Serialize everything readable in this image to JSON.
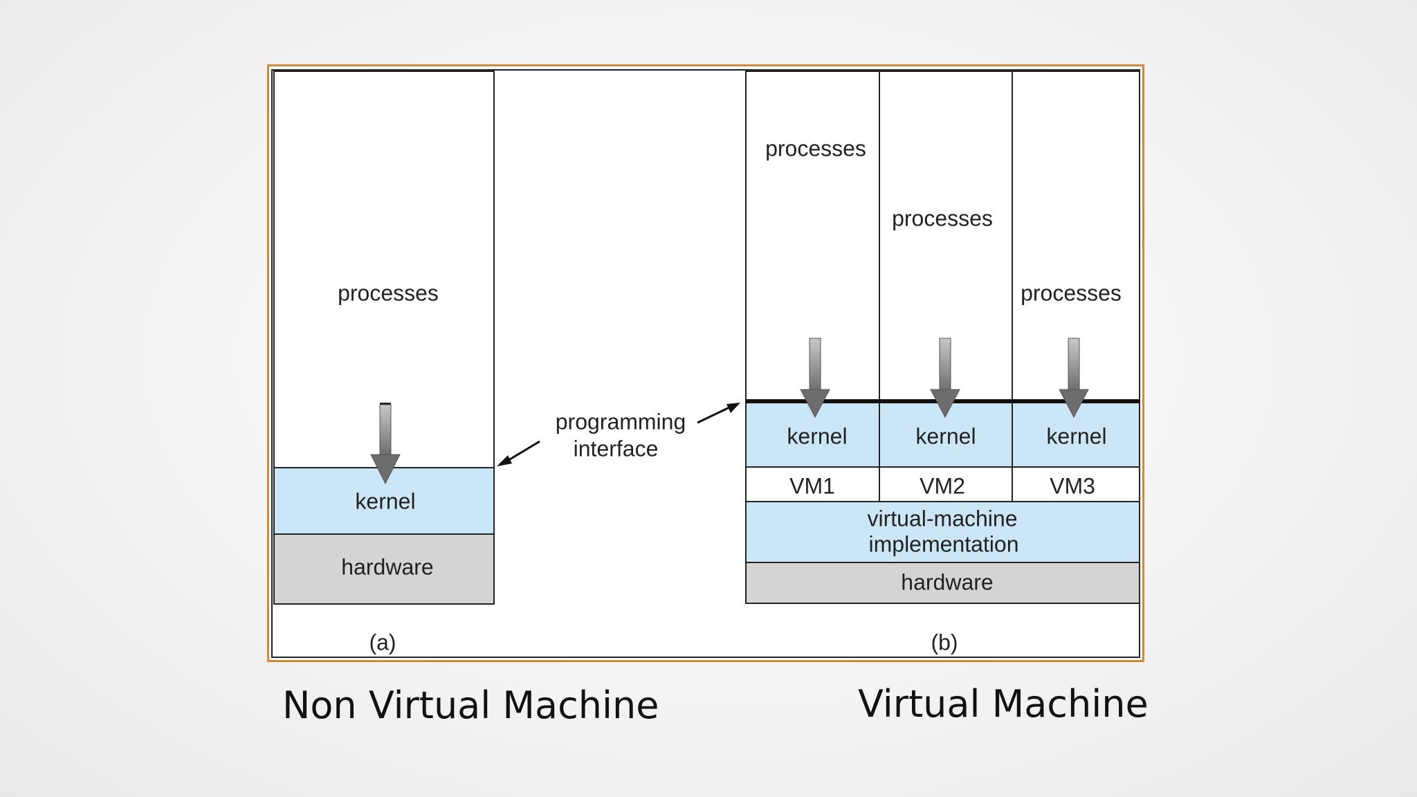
{
  "diagram": {
    "left": {
      "processes": "processes",
      "kernel": "kernel",
      "hardware": "hardware",
      "sublabel": "(a)"
    },
    "interface_label_1": "programming",
    "interface_label_2": "interface",
    "right": {
      "processes": [
        "processes",
        "processes",
        "processes"
      ],
      "kernels": [
        "kernel",
        "kernel",
        "kernel"
      ],
      "vms": [
        "VM1",
        "VM2",
        "VM3"
      ],
      "vm_impl_1": "virtual-machine",
      "vm_impl_2": "implementation",
      "hardware": "hardware",
      "sublabel": "(b)"
    }
  },
  "captions": {
    "left": "Non Virtual Machine",
    "right": "Virtual Machine"
  },
  "colors": {
    "frame": "#d3893a",
    "kernel_fill": "#cbe7f7",
    "hardware_fill": "#d4d4d4"
  }
}
